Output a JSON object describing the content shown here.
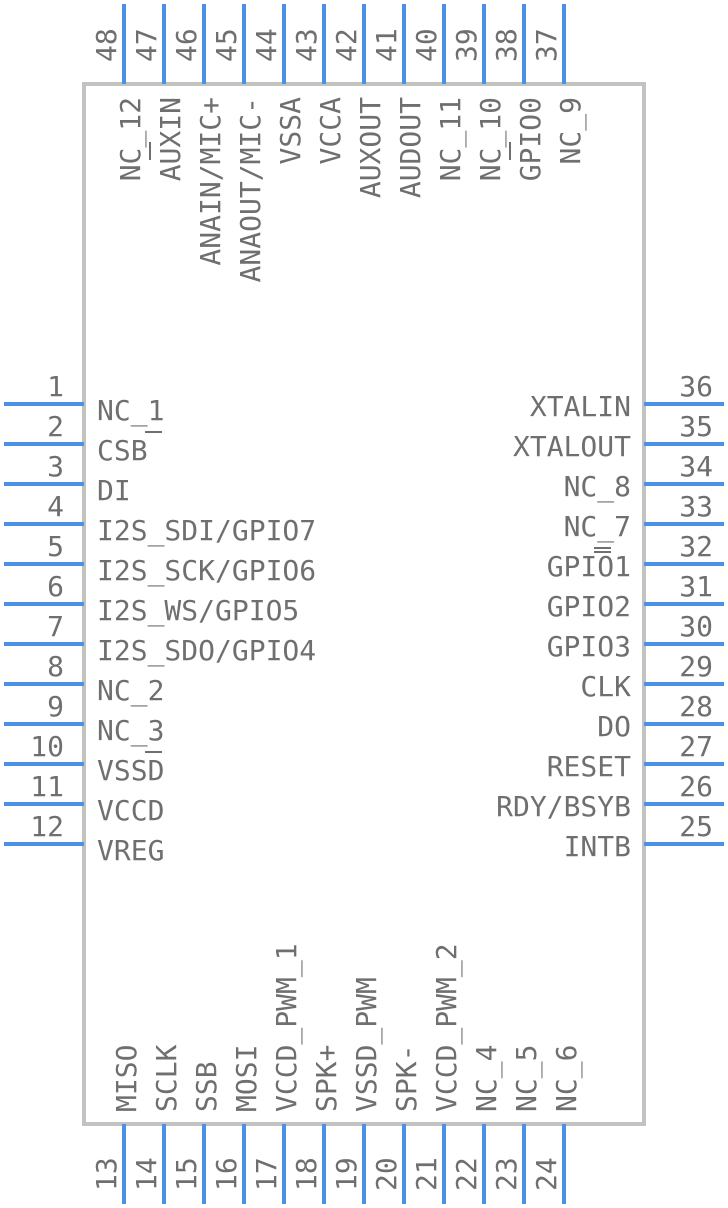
{
  "component": {
    "left_pins": [
      {
        "num": "1",
        "name": "NC_1"
      },
      {
        "num": "2",
        "name": "CSB"
      },
      {
        "num": "3",
        "name": "DI"
      },
      {
        "num": "4",
        "name": "I2S_SDI/GPIO7"
      },
      {
        "num": "5",
        "name": "I2S_SCK/GPIO6"
      },
      {
        "num": "6",
        "name": "I2S_WS/GPIO5"
      },
      {
        "num": "7",
        "name": "I2S_SDO/GPIO4"
      },
      {
        "num": "8",
        "name": "NC_2"
      },
      {
        "num": "9",
        "name": "NC_3"
      },
      {
        "num": "10",
        "name": "VSSD"
      },
      {
        "num": "11",
        "name": "VCCD"
      },
      {
        "num": "12",
        "name": "VREG"
      }
    ],
    "right_pins": [
      {
        "num": "36",
        "name": "XTALIN"
      },
      {
        "num": "35",
        "name": "XTALOUT"
      },
      {
        "num": "34",
        "name": "NC_8"
      },
      {
        "num": "33",
        "name": "NC_7"
      },
      {
        "num": "32",
        "name": "GPIO1"
      },
      {
        "num": "31",
        "name": "GPIO2"
      },
      {
        "num": "30",
        "name": "GPIO3"
      },
      {
        "num": "29",
        "name": "CLK"
      },
      {
        "num": "28",
        "name": "DO"
      },
      {
        "num": "27",
        "name": "RESET"
      },
      {
        "num": "26",
        "name": "RDY/BSYB"
      },
      {
        "num": "25",
        "name": "INTB"
      }
    ],
    "top_pins": [
      {
        "num": "48",
        "name": "NC_12"
      },
      {
        "num": "47",
        "name": "AUXIN"
      },
      {
        "num": "46",
        "name": "ANAIN/MIC+"
      },
      {
        "num": "45",
        "name": "ANAOUT/MIC-"
      },
      {
        "num": "44",
        "name": "VSSA"
      },
      {
        "num": "43",
        "name": "VCCA"
      },
      {
        "num": "42",
        "name": "AUXOUT"
      },
      {
        "num": "41",
        "name": "AUDOUT"
      },
      {
        "num": "40",
        "name": "NC_11"
      },
      {
        "num": "39",
        "name": "NC_10"
      },
      {
        "num": "38",
        "name": "GPIO0"
      },
      {
        "num": "37",
        "name": "NC_9"
      }
    ],
    "bottom_pins": [
      {
        "num": "13",
        "name": "MISO"
      },
      {
        "num": "14",
        "name": "SCLK"
      },
      {
        "num": "15",
        "name": "SSB"
      },
      {
        "num": "16",
        "name": "MOSI"
      },
      {
        "num": "17",
        "name": "VCCD_PWM_1"
      },
      {
        "num": "18",
        "name": "SPK+"
      },
      {
        "num": "19",
        "name": "VSSD_PWM"
      },
      {
        "num": "20",
        "name": "SPK-"
      },
      {
        "num": "21",
        "name": "VCCD_PWM_2"
      },
      {
        "num": "22",
        "name": "NC_4"
      },
      {
        "num": "23",
        "name": "NC_5"
      },
      {
        "num": "24",
        "name": "NC_6"
      }
    ]
  },
  "colors": {
    "pin": "#4d8fe6",
    "outline": "#c2c2c2",
    "text": "#6f6f6f"
  }
}
